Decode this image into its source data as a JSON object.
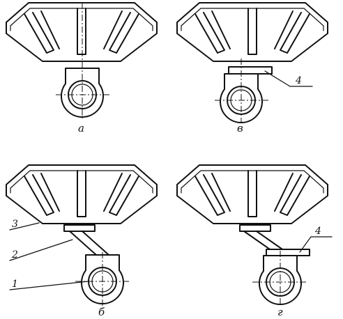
{
  "panels": [
    {
      "id": "a",
      "caption": "а"
    },
    {
      "id": "v",
      "caption": "в",
      "callouts": [
        "4"
      ]
    },
    {
      "id": "b",
      "caption": "б",
      "callouts": [
        "3",
        "2",
        "1"
      ]
    },
    {
      "id": "g",
      "caption": "г",
      "callouts": [
        "4"
      ]
    }
  ]
}
